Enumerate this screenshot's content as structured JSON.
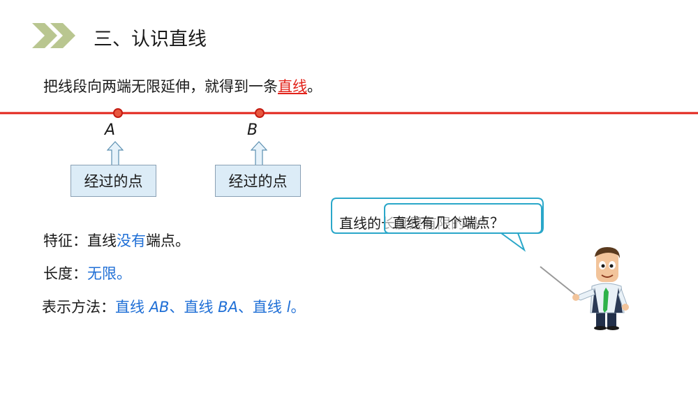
{
  "header": {
    "title": "三、认识直线"
  },
  "intro": {
    "text": "把线段向两端无限延伸，就得到一条",
    "highlight": "直线",
    "end": "。"
  },
  "points": [
    {
      "label": "A",
      "box": "经过的点"
    },
    {
      "label": "B",
      "box": "经过的点"
    }
  ],
  "properties": {
    "feature_label": "特征：直线",
    "feature_value": "没有",
    "feature_end": "端点。",
    "length_label": "长度：",
    "length_value": "无限。",
    "notation_label": "表示方法：",
    "notation_p1": "直线 ",
    "notation_ab": "AB",
    "notation_p2": "、直线 ",
    "notation_ba": "BA",
    "notation_p3": "、直线 ",
    "notation_l": "l",
    "notation_end": "。"
  },
  "bubble": {
    "back_text": "直线的长度是有限的吗？",
    "front_text": "直线有几个端点？"
  },
  "colors": {
    "line": "#e2231a",
    "accent_blue": "#1f6fd6",
    "chevron": "#b3c28a",
    "bubble_border": "#2aa7c9"
  }
}
